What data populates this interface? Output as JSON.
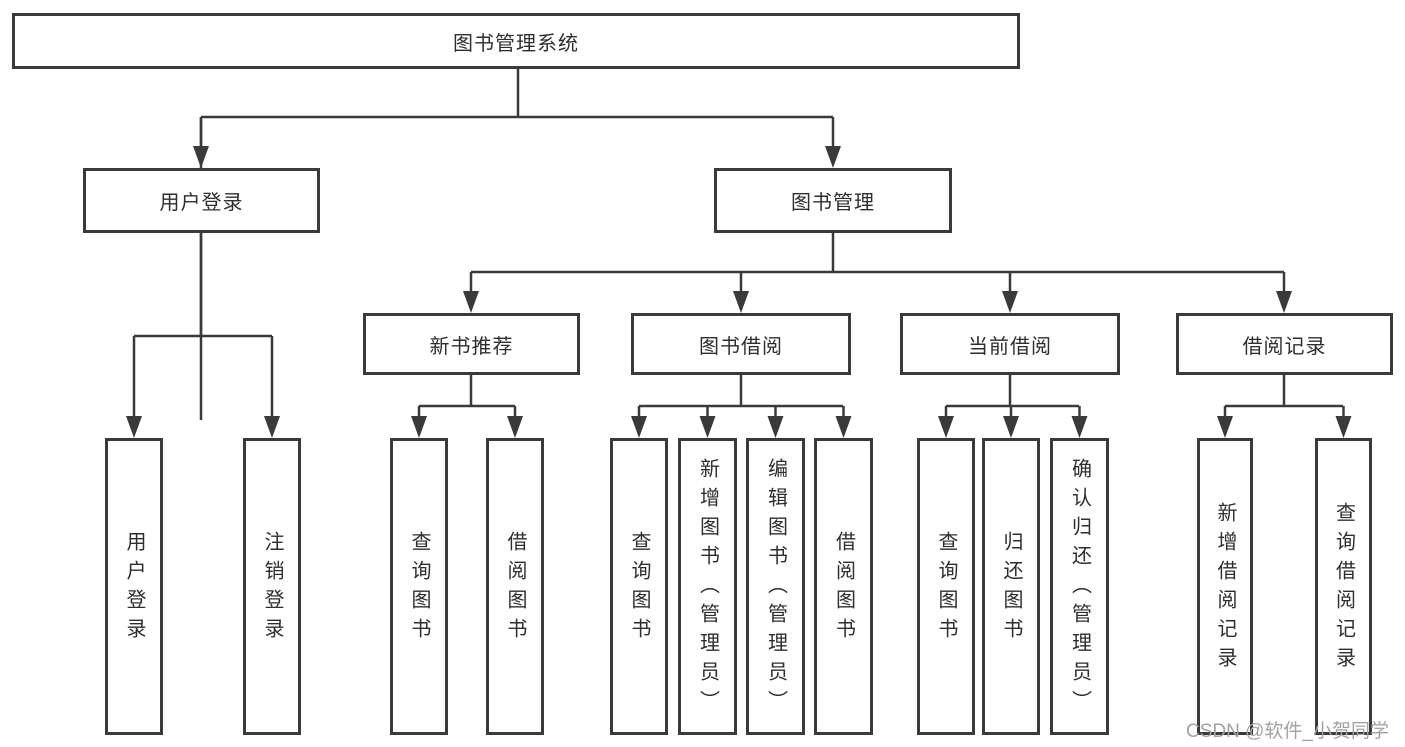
{
  "diagram": {
    "type": "hierarchy-tree",
    "title": "图书管理系统",
    "line_color": "#3a3a3a",
    "box_border_color": "#3a3a3a",
    "text_color": "#2e2e2e",
    "background_color": "#ffffff"
  },
  "nodes": {
    "root": {
      "label": "图书管理系统"
    },
    "user_login": {
      "label": "用户登录"
    },
    "book_mgmt": {
      "label": "图书管理"
    },
    "new_book_rec": {
      "label": "新书推荐"
    },
    "book_borrow": {
      "label": "图书借阅"
    },
    "current_borrow": {
      "label": "当前借阅"
    },
    "borrow_records": {
      "label": "借阅记录"
    },
    "login": {
      "label": "用户登录"
    },
    "logout": {
      "label": "注销登录"
    },
    "nb_query": {
      "label": "查询图书"
    },
    "nb_borrow": {
      "label": "借阅图书"
    },
    "bb_query": {
      "label": "查询图书"
    },
    "bb_add": {
      "label": "新增图书（管理员）"
    },
    "bb_edit": {
      "label": "编辑图书（管理员）"
    },
    "bb_borrow": {
      "label": "借阅图书"
    },
    "cb_query": {
      "label": "查询图书"
    },
    "cb_return": {
      "label": "归还图书"
    },
    "cb_confirm": {
      "label": "确认归还（管理员）"
    },
    "br_add": {
      "label": "新增借阅记录"
    },
    "br_query": {
      "label": "查询借阅记录"
    }
  },
  "edges": [
    [
      "root",
      "user_login"
    ],
    [
      "root",
      "book_mgmt"
    ],
    [
      "user_login",
      "login"
    ],
    [
      "user_login",
      "logout"
    ],
    [
      "book_mgmt",
      "new_book_rec"
    ],
    [
      "book_mgmt",
      "book_borrow"
    ],
    [
      "book_mgmt",
      "current_borrow"
    ],
    [
      "book_mgmt",
      "borrow_records"
    ],
    [
      "new_book_rec",
      "nb_query"
    ],
    [
      "new_book_rec",
      "nb_borrow"
    ],
    [
      "book_borrow",
      "bb_query"
    ],
    [
      "book_borrow",
      "bb_add"
    ],
    [
      "book_borrow",
      "bb_edit"
    ],
    [
      "book_borrow",
      "bb_borrow"
    ],
    [
      "current_borrow",
      "cb_query"
    ],
    [
      "current_borrow",
      "cb_return"
    ],
    [
      "current_borrow",
      "cb_confirm"
    ],
    [
      "borrow_records",
      "br_add"
    ],
    [
      "borrow_records",
      "br_query"
    ]
  ],
  "watermark": {
    "text": "CSDN @软件_小贺同学",
    "color": "#a2a2a2"
  }
}
